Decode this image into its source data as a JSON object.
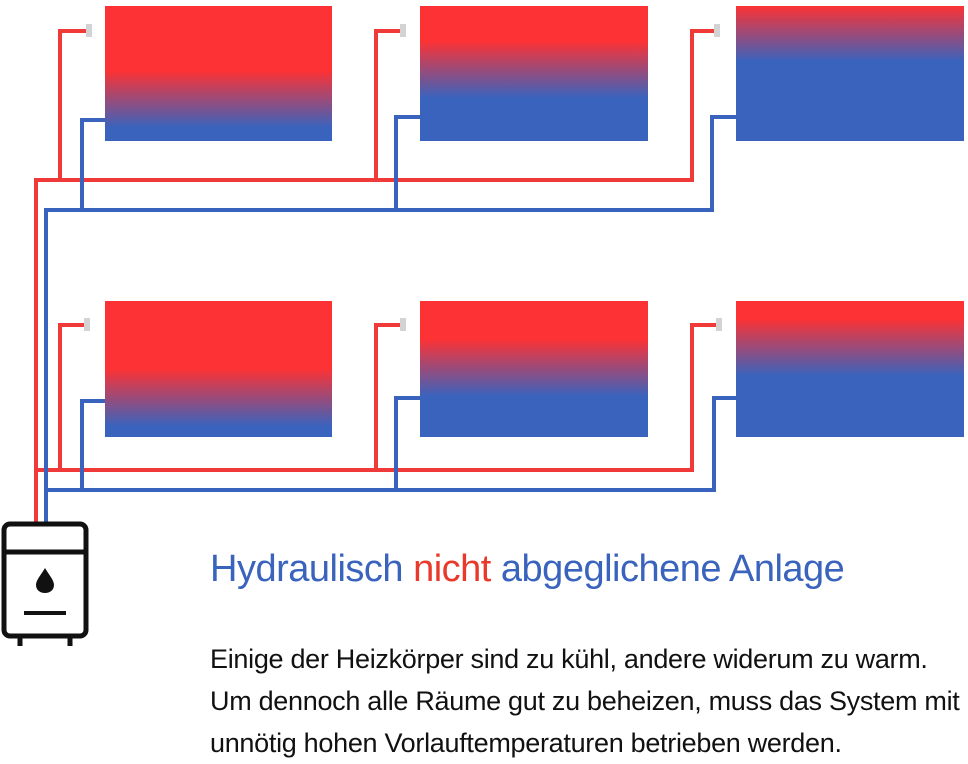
{
  "title": {
    "before": "Hydraulisch ",
    "highlight": "nicht",
    "after": " abgeglichene Anlage"
  },
  "description": [
    "Einige der Heizkörper sind zu kühl, andere widerum zu warm.",
    "Um dennoch alle Räume gut zu beheizen, muss das System mit",
    "unnötig hohen Vorlauftemperaturen betrieben werden."
  ],
  "colors": {
    "supply_pipe": "#f03a3a",
    "return_pipe": "#3a63bd",
    "radiator_hot": "#fc3234",
    "radiator_cold": "#3a63bd",
    "title_text": "#3a63bd",
    "title_highlight": "#e8392b",
    "body_text": "#111111",
    "boiler": "#111111"
  },
  "icons": {
    "boiler": "boiler-icon",
    "flame": "flame-icon",
    "valve": "valve-icon"
  },
  "radiators": [
    {
      "id": "top-1",
      "hot_fraction": 0.9
    },
    {
      "id": "top-2",
      "hot_fraction": 0.68
    },
    {
      "id": "top-3",
      "hot_fraction": 0.41
    },
    {
      "id": "bottom-1",
      "hot_fraction": 0.92
    },
    {
      "id": "bottom-2",
      "hot_fraction": 0.7
    },
    {
      "id": "bottom-3",
      "hot_fraction": 0.55
    }
  ]
}
